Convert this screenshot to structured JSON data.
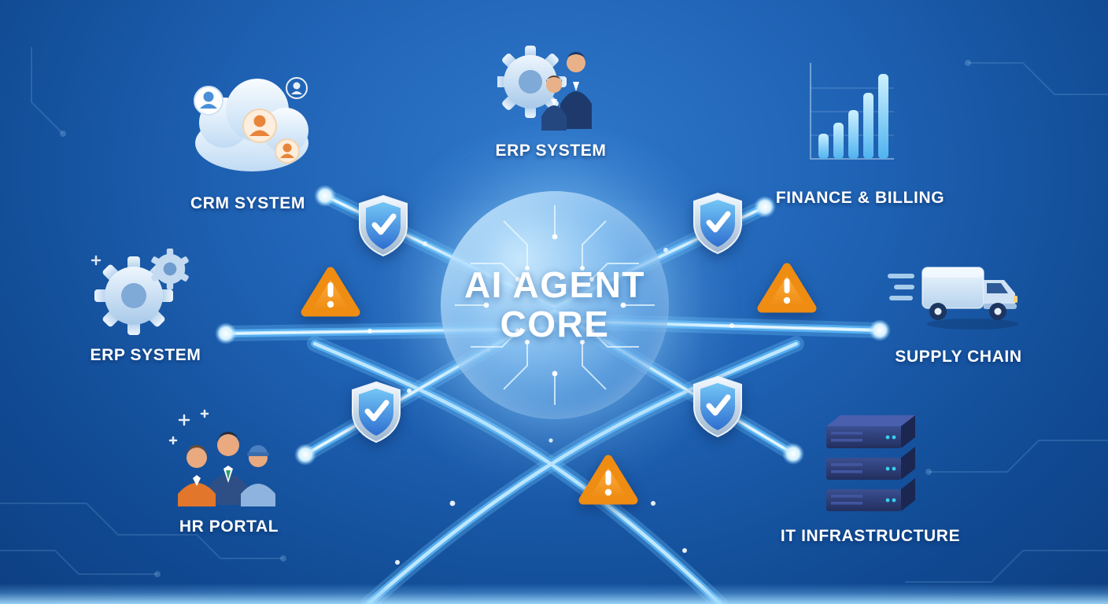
{
  "core": {
    "line1": "AI AGENT",
    "line2": "CORE"
  },
  "nodes": [
    {
      "id": "crm-system",
      "label": "CRM SYSTEM",
      "icon": "cloud-users-icon"
    },
    {
      "id": "erp-system-top",
      "label": "ERP SYSTEM",
      "icon": "gear-people-icon"
    },
    {
      "id": "finance-billing",
      "label": "FINANCE & BILLING",
      "icon": "bar-chart-icon"
    },
    {
      "id": "erp-system-left",
      "label": "ERP SYSTEM",
      "icon": "gears-icon"
    },
    {
      "id": "supply-chain",
      "label": "SUPPLY CHAIN",
      "icon": "truck-icon"
    },
    {
      "id": "hr-portal",
      "label": "HR PORTAL",
      "icon": "people-group-icon"
    },
    {
      "id": "it-infrastructure",
      "label": "IT INFRASTRUCTURE",
      "icon": "server-stack-icon"
    }
  ],
  "badges": [
    {
      "type": "shield-check",
      "position": "upper-left"
    },
    {
      "type": "shield-check",
      "position": "upper-right"
    },
    {
      "type": "shield-check",
      "position": "lower-left"
    },
    {
      "type": "shield-check",
      "position": "lower-right"
    },
    {
      "type": "warning",
      "position": "left"
    },
    {
      "type": "warning",
      "position": "right"
    },
    {
      "type": "warning",
      "position": "bottom-center"
    }
  ],
  "colors": {
    "background_top": "#2f78cb",
    "background_bottom": "#0d3f82",
    "line_glow": "#7fd0fa",
    "shield_fill": "#3b82e0",
    "warning_fill": "#f5941f",
    "label_color": "#ffffff"
  }
}
